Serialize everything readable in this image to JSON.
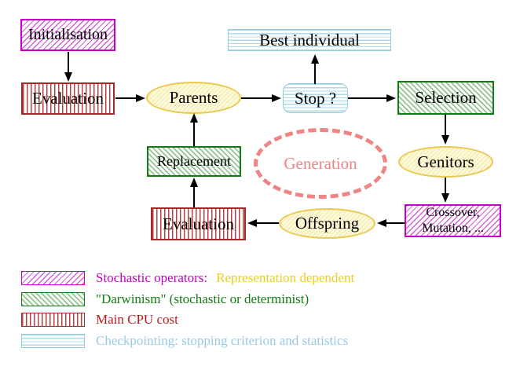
{
  "diagram": {
    "nodes": {
      "initialisation": {
        "label": "Initialisation"
      },
      "evaluation_top": {
        "label": "Evaluation"
      },
      "parents": {
        "label": "Parents"
      },
      "best_individual": {
        "label": "Best individual"
      },
      "stop": {
        "label": "Stop ?"
      },
      "selection": {
        "label": "Selection"
      },
      "genitors": {
        "label": "Genitors"
      },
      "crossover_mutation": {
        "line1": "Crossover,",
        "line2": "Mutation, ..."
      },
      "offspring": {
        "label": "Offspring"
      },
      "evaluation_bottom": {
        "label": "Evaluation"
      },
      "replacement": {
        "label": "Replacement"
      },
      "generation": {
        "label": "Generation"
      }
    },
    "legend": {
      "items": [
        {
          "swatch": "magenta-diagonal-hatch",
          "parts": [
            {
              "text": "Stochastic operators:"
            },
            {
              "text": "Representation dependent"
            }
          ]
        },
        {
          "swatch": "green-diagonal-hatch",
          "parts": [
            {
              "text": "\"Darwinism\" (stochastic or determinist)"
            }
          ]
        },
        {
          "swatch": "red-vertical-stripes",
          "parts": [
            {
              "text": "Main CPU cost"
            }
          ]
        },
        {
          "swatch": "cyan-horizontal-stripes",
          "parts": [
            {
              "text": "Checkpointing: stopping criterion and statistics"
            }
          ]
        }
      ]
    },
    "colors": {
      "magenta": "#c400c4",
      "green": "#127a12",
      "red": "#b81a1a",
      "light_blue": "#96cbe8",
      "gold": "#f0cd1c",
      "yellow_border": "#e9c94e",
      "salmon": "#ef8484",
      "arrow": "#000000"
    }
  }
}
